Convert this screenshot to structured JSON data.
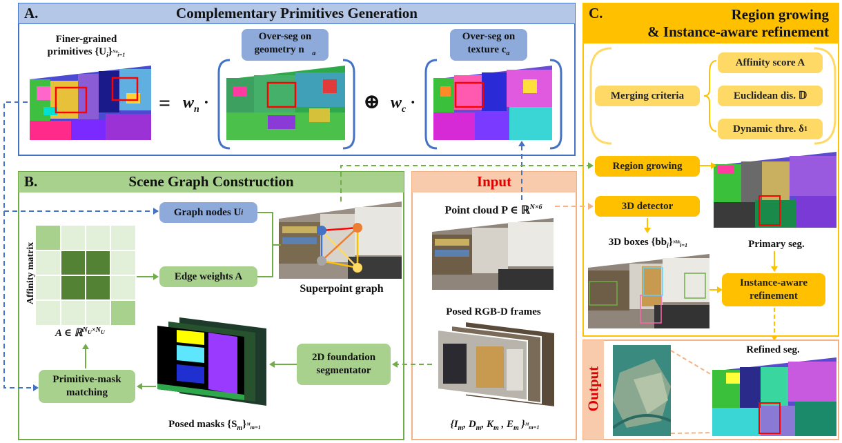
{
  "panel_a": {
    "letter": "A.",
    "title": "Complementary Primitives Generation",
    "finer_line1": "Finer-grained",
    "finer_line2": "primitives {U",
    "finer_sub": "i",
    "finer_end": "}",
    "finer_limits": "N_U / i=1",
    "geom_line1": "Over-seg on",
    "geom_line2": "geometry n⃗",
    "geom_sub": "a",
    "tex_line1": "Over-seg on",
    "tex_line2": "texture c",
    "tex_sub": "a",
    "equals": "=",
    "wn": "w",
    "wn_sub": "n",
    "dot": "·",
    "oplus": "⊕",
    "wc": "w",
    "wc_sub": "c"
  },
  "panel_b": {
    "letter": "B.",
    "title": "Scene Graph Construction",
    "affinity_matrix_label": "Affinity matrix",
    "matrix_formula": "A ∈ ℝ",
    "matrix_sup": "N_U×N_U",
    "graph_nodes": "Graph nodes U",
    "graph_nodes_sub": "i",
    "edge_weights": "Edge weights A",
    "superpoint_graph": "Superpoint graph",
    "primitive_mask_l1": "Primitive-mask",
    "primitive_mask_l2": "matching",
    "foundation_l1": "2D foundation",
    "foundation_l2": "segmentator",
    "posed_masks": "Posed masks {S",
    "posed_masks_sub": "m",
    "posed_masks_end": "}",
    "posed_masks_limits": "M / m=1"
  },
  "panel_input": {
    "title": "Input",
    "point_cloud": "Point cloud P ∈ ℝ",
    "point_cloud_sup": "N×6",
    "rgbd": "Posed RGB-D frames",
    "frames_formula": "{I",
    "frames_parts": [
      "m",
      ", D",
      "m",
      ", K",
      "m",
      " , E",
      "m",
      " }"
    ],
    "frames_limits": "M / m=1"
  },
  "panel_c": {
    "letter": "C.",
    "title_line1": "Region growing",
    "title_line2": "& Instance-aware refinement",
    "merging_criteria": "Merging criteria",
    "affinity_score": "Affinity score A",
    "euclidean": "Euclidean dis. 𝔻",
    "dynamic": "Dynamic thre. δ",
    "dynamic_sub": "1",
    "region_growing": "Region growing",
    "detector": "3D detector",
    "boxes": "3D boxes {bb",
    "boxes_sub": "i",
    "boxes_end": "}",
    "boxes_limits": "N_bb / i=1",
    "primary_seg": "Primary seg.",
    "refine_l1": "Instance-aware",
    "refine_l2": "refinement",
    "refined_seg": "Refined seg."
  },
  "panel_output": {
    "title": "Output"
  },
  "colors": {
    "blue": "#4472c4",
    "blue_header": "#b4c7e7",
    "green": "#70ad47",
    "green_header": "#a9d18e",
    "orange": "#f4b183",
    "orange_dashed": "#f4b183",
    "yellow": "#ffc000",
    "red": "#ff0000",
    "matrix_dark": "#548235",
    "matrix_light": "#c5e0b4"
  }
}
